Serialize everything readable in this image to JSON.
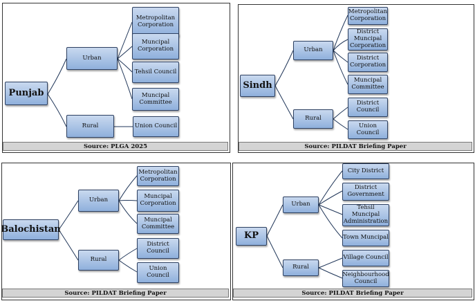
{
  "panels": [
    {
      "root": "Punjab",
      "urban": "Urban",
      "rural": "Rural",
      "urban_children": [
        "Metropolitan Corporation",
        "Muncipal Corporation",
        "Tehsil Council",
        "Muncipal Committee"
      ],
      "rural_children": [
        "Union Council"
      ],
      "source": "Source: PLGA 2025"
    },
    {
      "root": "Sindh",
      "urban": "Urban",
      "rural": "Rural",
      "urban_children": [
        "Metropolitan Corporation",
        "District Muncipal Corporation",
        "District Corporation",
        "Muncipal Committee"
      ],
      "rural_children": [
        "District Council",
        "Union Council"
      ],
      "source": "Source: PILDAT Briefing Paper"
    },
    {
      "root": "Balochistan",
      "urban": "Urban",
      "rural": "Rural",
      "urban_children": [
        "Metropolitan Corporation",
        "Muncipal Corporation",
        "Muncipal Committee"
      ],
      "rural_children": [
        "District Council",
        "Union Council"
      ],
      "source": "Source: PILDAT Briefing Paper"
    },
    {
      "root": "KP",
      "urban": "Urban",
      "rural": "Rural",
      "urban_children": [
        "City District",
        "District Government",
        "Tehsil Muncipal Administration",
        "Town Muncipal"
      ],
      "rural_children": [
        "Village Council",
        "Neighbourhood Council"
      ],
      "source": "Source: PILDAT Briefing Paper"
    }
  ]
}
